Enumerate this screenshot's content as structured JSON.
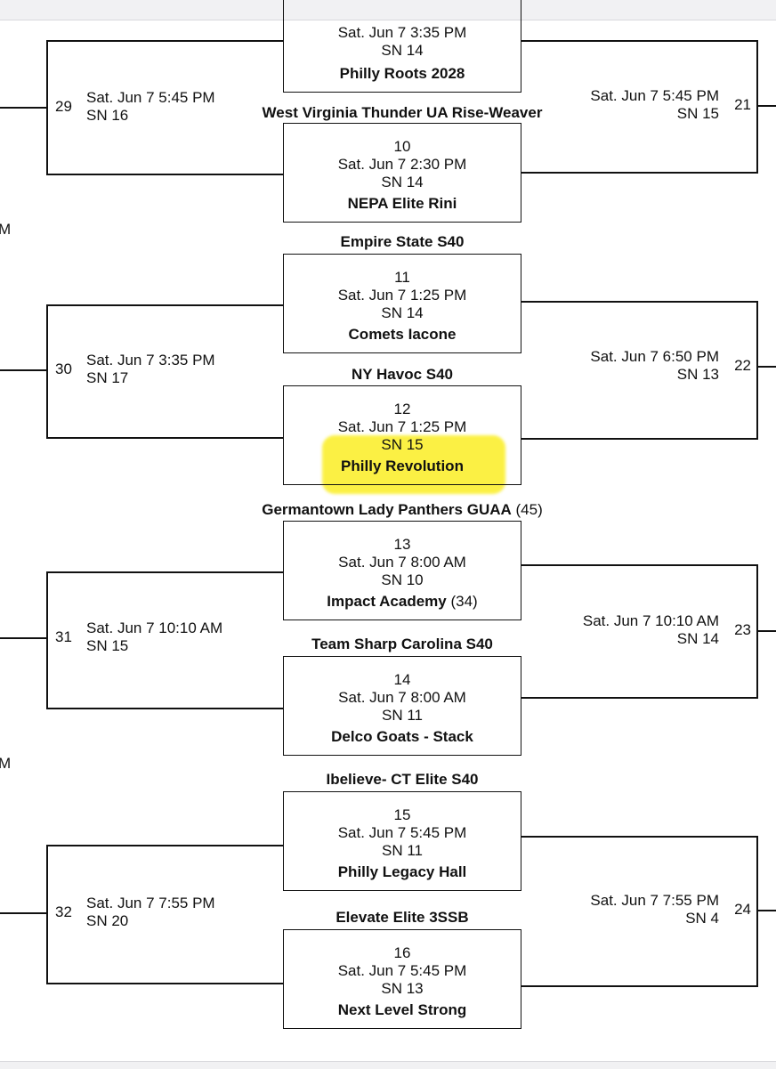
{
  "edge_fragments": [
    "M",
    "M"
  ],
  "left_games": [
    {
      "number": "29",
      "datetime": "Sat. Jun 7 5:45 PM",
      "court": "SN 16"
    },
    {
      "number": "30",
      "datetime": "Sat. Jun 7 3:35 PM",
      "court": "SN 17"
    },
    {
      "number": "31",
      "datetime": "Sat. Jun 7 10:10 AM",
      "court": "SN 15"
    },
    {
      "number": "32",
      "datetime": "Sat. Jun 7 7:55 PM",
      "court": "SN 20"
    }
  ],
  "right_games": [
    {
      "number": "21",
      "datetime": "Sat. Jun 7 5:45 PM",
      "court": "SN 15"
    },
    {
      "number": "22",
      "datetime": "Sat. Jun 7 6:50 PM",
      "court": "SN 13"
    },
    {
      "number": "23",
      "datetime": "Sat. Jun 7 10:10 AM",
      "court": "SN 14"
    },
    {
      "number": "24",
      "datetime": "Sat. Jun 7 7:55 PM",
      "court": "SN 4"
    }
  ],
  "center_games": [
    {
      "number": "",
      "datetime": "Sat. Jun 7 3:35 PM",
      "court": "SN 14",
      "team_top": "",
      "team_top_score": "",
      "team_bottom": "Philly Roots 2028",
      "team_bottom_score": "",
      "highlighted": false
    },
    {
      "number": "10",
      "datetime": "Sat. Jun 7 2:30 PM",
      "court": "SN 14",
      "team_top": "West Virginia Thunder UA Rise-Weaver",
      "team_top_score": "",
      "team_bottom": "NEPA Elite Rini",
      "team_bottom_score": "",
      "highlighted": false
    },
    {
      "number": "11",
      "datetime": "Sat. Jun 7 1:25 PM",
      "court": "SN 14",
      "team_top": "Empire State S40",
      "team_top_score": "",
      "team_bottom": "Comets Iacone",
      "team_bottom_score": "",
      "highlighted": false
    },
    {
      "number": "12",
      "datetime": "Sat. Jun 7 1:25 PM",
      "court": "SN 15",
      "team_top": "NY Havoc S40",
      "team_top_score": "",
      "team_bottom": "Philly Revolution",
      "team_bottom_score": "",
      "highlighted": true
    },
    {
      "number": "13",
      "datetime": "Sat. Jun 7 8:00 AM",
      "court": "SN 10",
      "team_top": "Germantown Lady Panthers GUAA",
      "team_top_score": "(45)",
      "team_bottom": "Impact Academy",
      "team_bottom_score": "(34)",
      "highlighted": false
    },
    {
      "number": "14",
      "datetime": "Sat. Jun 7 8:00 AM",
      "court": "SN 11",
      "team_top": "Team Sharp Carolina S40",
      "team_top_score": "",
      "team_bottom": "Delco Goats - Stack",
      "team_bottom_score": "",
      "highlighted": false
    },
    {
      "number": "15",
      "datetime": "Sat. Jun 7 5:45 PM",
      "court": "SN 11",
      "team_top": "Ibelieve- CT Elite S40",
      "team_top_score": "",
      "team_bottom": "Philly Legacy Hall",
      "team_bottom_score": "",
      "highlighted": false
    },
    {
      "number": "16",
      "datetime": "Sat. Jun 7 5:45 PM",
      "court": "SN 13",
      "team_top": "Elevate Elite 3SSB",
      "team_top_score": "",
      "team_bottom": "Next Level Strong",
      "team_bottom_score": "",
      "highlighted": false
    }
  ],
  "colors": {
    "line": "#111111",
    "highlight": "#fbf03a",
    "background": "#ffffff"
  }
}
